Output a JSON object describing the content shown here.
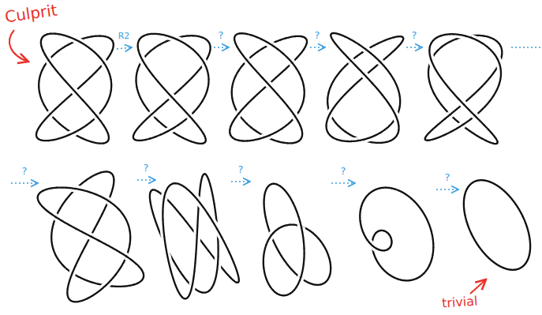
{
  "diagram": {
    "labels": [
      "Culprit",
      "R2",
      "?",
      "?",
      "?",
      "?",
      "?",
      "?",
      "?",
      "?",
      "trivial"
    ]
  }
}
